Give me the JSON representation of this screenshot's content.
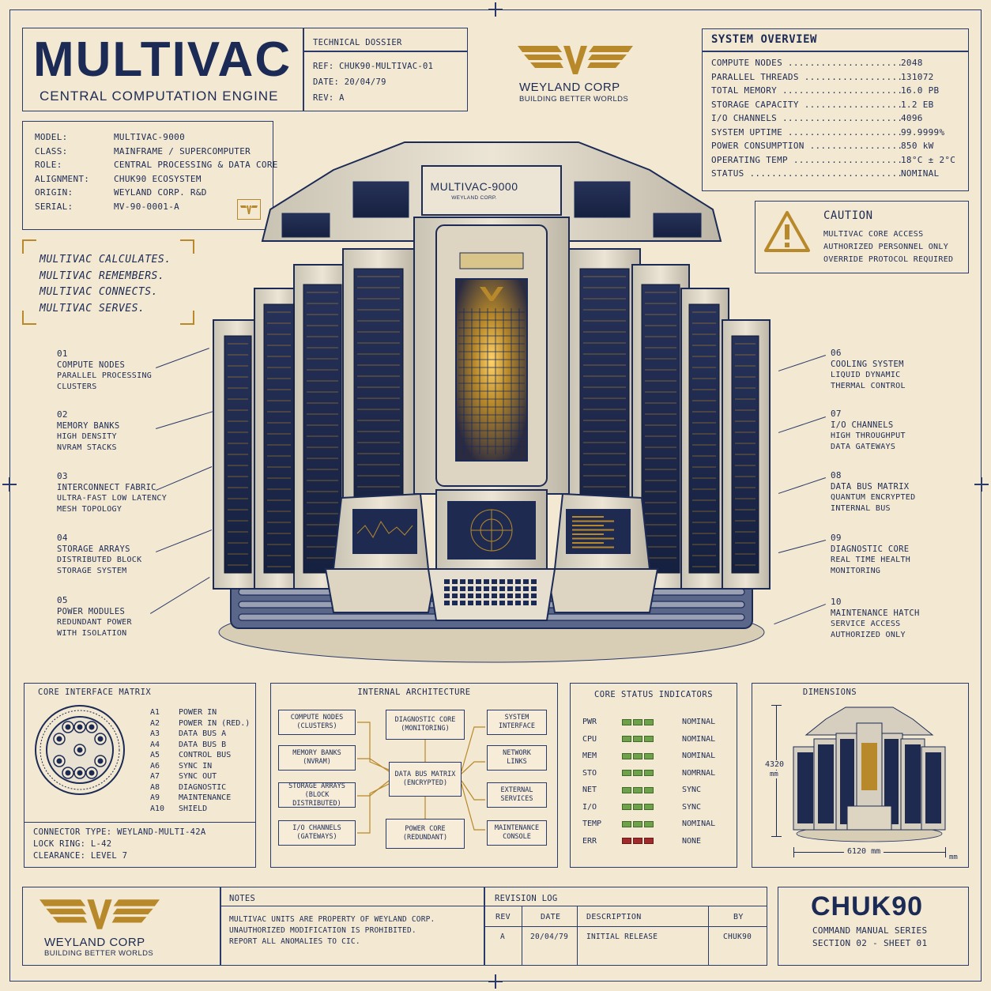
{
  "colors": {
    "navy": "#1c2b55",
    "gold": "#b8892a",
    "paper": "#f3e8d2",
    "led_green": "#6ea24a",
    "led_red": "#a02a2a"
  },
  "title": {
    "main": "MULTIVAC",
    "subtitle": "CENTRAL COMPUTATION ENGINE"
  },
  "dossier": {
    "heading": "TECHNICAL DOSSIER",
    "ref": "REF:  CHUK90-MULTIVAC-01",
    "date": "DATE:  20/04/79",
    "rev": "REV:  A"
  },
  "brand": {
    "name": "WEYLAND CORP",
    "tagline": "BUILDING BETTER WORLDS",
    "logo_icon": "weyland-wings-logo"
  },
  "specs": [
    {
      "k": "MODEL:",
      "v": "MULTIVAC-9000"
    },
    {
      "k": "CLASS:",
      "v": "MAINFRAME / SUPERCOMPUTER"
    },
    {
      "k": "ROLE:",
      "v": "CENTRAL PROCESSING & DATA CORE"
    },
    {
      "k": "ALIGNMENT:",
      "v": "CHUK90 ECOSYSTEM"
    },
    {
      "k": "ORIGIN:",
      "v": "WEYLAND CORP. R&D"
    },
    {
      "k": "SERIAL:",
      "v": "MV-90-0001-A"
    }
  ],
  "motto": [
    "MULTIVAC CALCULATES.",
    "MULTIVAC REMEMBERS.",
    "MULTIVAC CONNECTS.",
    "MULTIVAC SERVES."
  ],
  "overview": {
    "heading": "SYSTEM OVERVIEW",
    "rows": [
      {
        "k": "COMPUTE NODES",
        "v": "2048"
      },
      {
        "k": "PARALLEL THREADS",
        "v": "131072"
      },
      {
        "k": "TOTAL MEMORY",
        "v": "16.0 PB"
      },
      {
        "k": "STORAGE CAPACITY",
        "v": "1.2 EB"
      },
      {
        "k": "I/O CHANNELS",
        "v": "4096"
      },
      {
        "k": "SYSTEM UPTIME",
        "v": "99.9999%"
      },
      {
        "k": "POWER CONSUMPTION",
        "v": "850 kW"
      },
      {
        "k": "OPERATING TEMP",
        "v": "18°C ± 2°C"
      },
      {
        "k": "STATUS",
        "v": "NOMINAL"
      }
    ]
  },
  "caution": {
    "heading": "CAUTION",
    "lines": [
      "MULTIVAC CORE ACCESS",
      "AUTHORIZED PERSONNEL ONLY",
      "OVERRIDE PROTOCOL REQUIRED"
    ],
    "icon": "warning-triangle-icon"
  },
  "machine": {
    "label": "MULTIVAC-9000",
    "sublabel": "WEYLAND CORP."
  },
  "callouts_left": [
    {
      "n": "01",
      "t": "COMPUTE NODES",
      "d1": "PARALLEL PROCESSING",
      "d2": "CLUSTERS"
    },
    {
      "n": "02",
      "t": "MEMORY BANKS",
      "d1": "HIGH DENSITY",
      "d2": "NVRAM STACKS"
    },
    {
      "n": "03",
      "t": "INTERCONNECT FABRIC",
      "d1": "ULTRA-FAST LOW LATENCY",
      "d2": "MESH TOPOLOGY"
    },
    {
      "n": "04",
      "t": "STORAGE ARRAYS",
      "d1": "DISTRIBUTED BLOCK",
      "d2": "STORAGE SYSTEM"
    },
    {
      "n": "05",
      "t": "POWER MODULES",
      "d1": "REDUNDANT POWER",
      "d2": "WITH ISOLATION"
    }
  ],
  "callouts_right": [
    {
      "n": "06",
      "t": "COOLING SYSTEM",
      "d1": "LIQUID DYNAMIC",
      "d2": "THERMAL CONTROL"
    },
    {
      "n": "07",
      "t": "I/O CHANNELS",
      "d1": "HIGH THROUGHPUT",
      "d2": "DATA GATEWAYS"
    },
    {
      "n": "08",
      "t": "DATA BUS MATRIX",
      "d1": "QUANTUM ENCRYPTED",
      "d2": "INTERNAL BUS"
    },
    {
      "n": "09",
      "t": "DIAGNOSTIC CORE",
      "d1": "REAL TIME HEALTH",
      "d2": "MONITORING"
    },
    {
      "n": "10",
      "t": "MAINTENANCE HATCH",
      "d1": "SERVICE ACCESS",
      "d2": "AUTHORIZED ONLY"
    }
  ],
  "interface": {
    "heading": "CORE INTERFACE MATRIX",
    "pins": [
      {
        "p": "A1",
        "f": "POWER IN"
      },
      {
        "p": "A2",
        "f": "POWER IN (RED.)"
      },
      {
        "p": "A3",
        "f": "DATA BUS A"
      },
      {
        "p": "A4",
        "f": "DATA BUS B"
      },
      {
        "p": "A5",
        "f": "CONTROL BUS"
      },
      {
        "p": "A6",
        "f": "SYNC IN"
      },
      {
        "p": "A7",
        "f": "SYNC OUT"
      },
      {
        "p": "A8",
        "f": "DIAGNOSTIC"
      },
      {
        "p": "A9",
        "f": "MAINTENANCE"
      },
      {
        "p": "A10",
        "f": "SHIELD"
      }
    ],
    "connector": "CONNECTOR TYPE:  WEYLAND-MULTI-42A",
    "lock": "LOCK RING: L-42",
    "clearance": "CLEARANCE:  LEVEL 7"
  },
  "architecture": {
    "heading": "INTERNAL ARCHITECTURE",
    "left": [
      {
        "a": "COMPUTE NODES",
        "b": "(CLUSTERS)"
      },
      {
        "a": "MEMORY BANKS",
        "b": "(NVRAM)"
      },
      {
        "a": "STORAGE ARRAYS",
        "b": "(BLOCK DISTRIBUTED)"
      },
      {
        "a": "I/O CHANNELS",
        "b": "(GATEWAYS)"
      }
    ],
    "top": {
      "a": "DIAGNOSTIC CORE",
      "b": "(MONITORING)"
    },
    "center": {
      "a": "DATA BUS MATRIX",
      "b": "(ENCRYPTED)"
    },
    "bottom": {
      "a": "POWER CORE",
      "b": "(REDUNDANT)"
    },
    "right": [
      {
        "a": "SYSTEM",
        "b": "INTERFACE"
      },
      {
        "a": "NETWORK",
        "b": "LINKS"
      },
      {
        "a": "EXTERNAL",
        "b": "SERVICES"
      },
      {
        "a": "MAINTENANCE",
        "b": "CONSOLE"
      }
    ]
  },
  "status": {
    "heading": "CORE STATUS INDICATORS",
    "rows": [
      {
        "l": "PWR",
        "s": "NOMINAL",
        "err": false
      },
      {
        "l": "CPU",
        "s": "NOMINAL",
        "err": false
      },
      {
        "l": "MEM",
        "s": "NOMINAL",
        "err": false
      },
      {
        "l": "STO",
        "s": "NOMRNAL",
        "err": false
      },
      {
        "l": "NET",
        "s": "SYNC",
        "err": false
      },
      {
        "l": "I/O",
        "s": "SYNC",
        "err": false
      },
      {
        "l": "TEMP",
        "s": "NOMINAL",
        "err": false
      },
      {
        "l": "ERR",
        "s": "NONE",
        "err": true
      }
    ]
  },
  "dimensions": {
    "heading": "DIMENSIONS",
    "height": "4320",
    "height_unit": "mm",
    "width": "6120 mm",
    "unit": "mm"
  },
  "notes": {
    "heading": "NOTES",
    "lines": [
      "MULTIVAC UNITS ARE PROPERTY OF WEYLAND CORP.",
      "UNAUTHORIZED MODIFICATION IS PROHIBITED.",
      "REPORT ALL ANOMALIES TO CIC."
    ]
  },
  "revision": {
    "heading": "REVISION LOG",
    "cols": [
      "REV",
      "DATE",
      "DESCRIPTION",
      "BY"
    ],
    "row": [
      "A",
      "20/04/79",
      "INITIAL RELEASE",
      "CHUK90"
    ]
  },
  "series": {
    "title": "CHUK90",
    "line1": "COMMAND MANUAL SERIES",
    "line2": "SECTION 02 - SHEET 01"
  }
}
